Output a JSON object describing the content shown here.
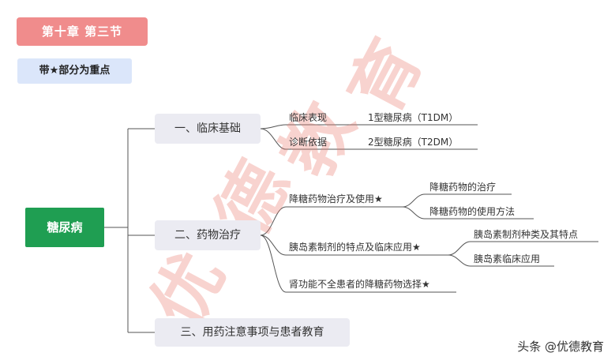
{
  "header": {
    "chapter": "第十章  第三节",
    "note": "带★部分为重点"
  },
  "root": "糖尿病",
  "branches": [
    {
      "label": "一、临床基础",
      "children": [
        {
          "label": "临床表现",
          "detail": "1型糖尿病（T1DM）"
        },
        {
          "label": "诊断依据",
          "detail": "2型糖尿病（T2DM）"
        }
      ]
    },
    {
      "label": "二、药物治疗",
      "children": [
        {
          "label": "降糖药物治疗及使用★",
          "children": [
            "降糖药物的治疗",
            "降糖药物的使用方法"
          ]
        },
        {
          "label": "胰岛素制剂的特点及临床应用★",
          "children": [
            "胰岛素制剂种类及其特点",
            "胰岛素临床应用"
          ]
        },
        {
          "label": "肾功能不全患者的降糖药物选择★"
        }
      ]
    },
    {
      "label": "三、用药注意事项与患者教育"
    }
  ],
  "watermark": [
    "优",
    "德",
    "教",
    "育"
  ],
  "footer": "头条 @优德教育",
  "colors": {
    "chapter_bg": "#f08c8c",
    "note_bg": "#dbe6fa",
    "root_bg": "#1f9e52",
    "branch_bg": "#ebebf2",
    "line": "#555555"
  }
}
